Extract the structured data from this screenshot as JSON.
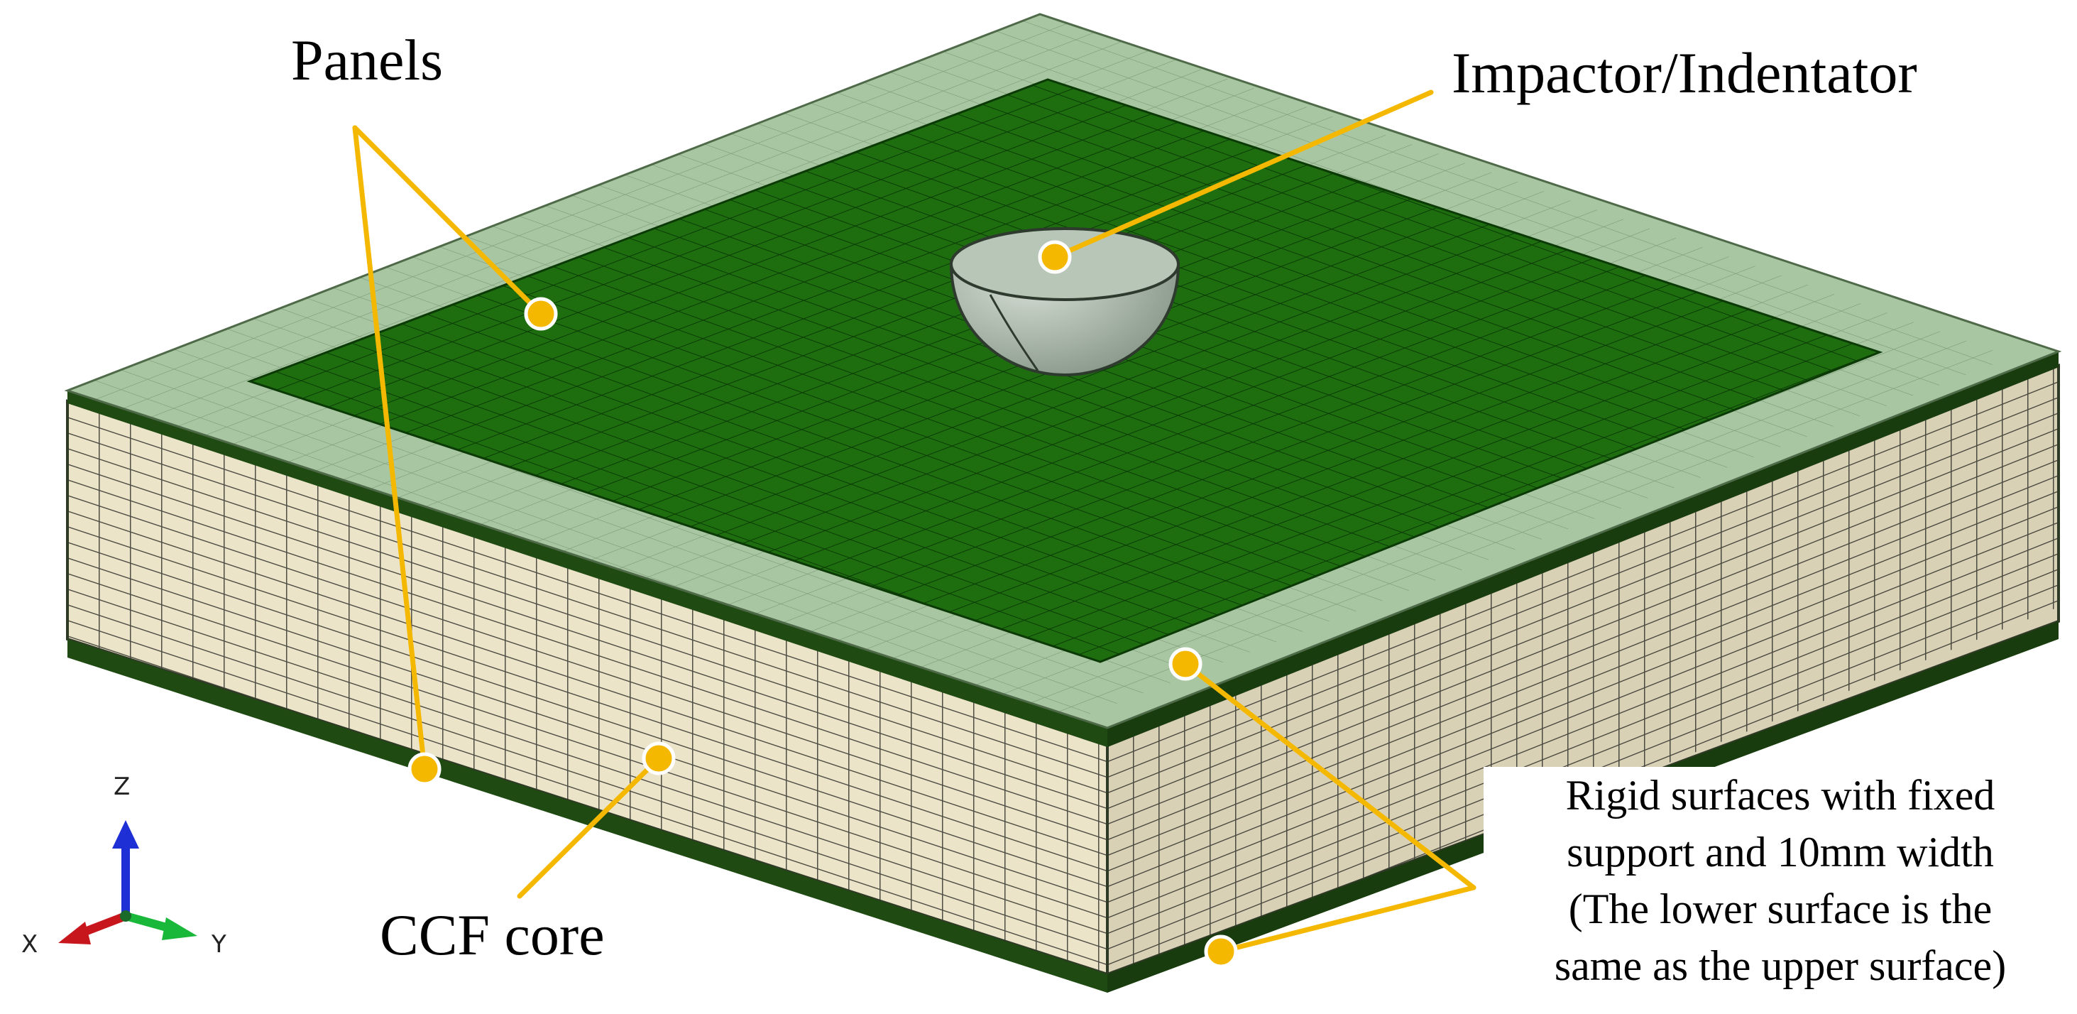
{
  "labels": {
    "panels": "Panels",
    "impactor": "Impactor/Indentator",
    "core": "CCF core",
    "rigid_lines": [
      "Rigid surfaces with fixed",
      "support and 10mm width",
      "(The lower surface is the",
      "same as the upper surface)"
    ]
  },
  "axes": {
    "z": "Z",
    "x": "X",
    "y": "Y",
    "z_color": "#1f2fd6",
    "x_color": "#c8161d",
    "y_color": "#1ab83a"
  },
  "colors": {
    "top_green": "#1e6e10",
    "top_green_line": "#0a3a04",
    "rim": "#a9c6a2",
    "rim_line": "#7f9e79",
    "core": "#ece4c9",
    "core_line": "#555548",
    "skin": "#1f4a12",
    "callout": "#f5b800",
    "impactor": "#a9b8a9"
  }
}
